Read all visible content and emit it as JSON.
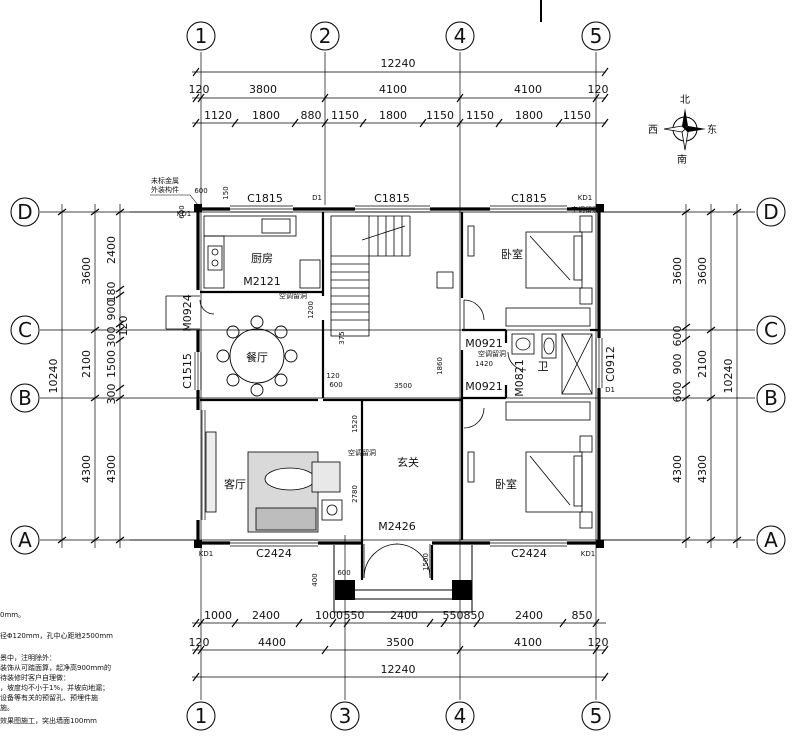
{
  "grid": {
    "top": [
      "1",
      "2",
      "4",
      "5"
    ],
    "bottom": [
      "1",
      "3",
      "4",
      "5"
    ],
    "left": [
      "D",
      "C",
      "B",
      "A"
    ],
    "right": [
      "D",
      "C",
      "B",
      "A"
    ]
  },
  "dims": {
    "top_total": "12240",
    "top_mid": [
      "120",
      "3800",
      "4100",
      "4100",
      "120"
    ],
    "top_inner": [
      "1120",
      "1800",
      "880",
      "1150",
      "1800",
      "1150",
      "1150",
      "1800",
      "1150"
    ],
    "bottom_inner": [
      "1000",
      "2400",
      "1000",
      "550",
      "2400",
      "550",
      "850",
      "2400",
      "850"
    ],
    "bottom_mid": [
      "120",
      "4400",
      "3500",
      "4100",
      "120"
    ],
    "bottom_total": "12240",
    "left_total": "10240",
    "left_outer": [
      "3600",
      "2100",
      "4300"
    ],
    "left_inner": [
      "2400",
      "180",
      "900",
      "120",
      "300",
      "1500",
      "300",
      "4300"
    ],
    "right_outer": [
      "3600",
      "2100",
      "4300"
    ],
    "right_inner": [
      "3600",
      "600",
      "900",
      "600",
      "4300"
    ],
    "right_total": "10240"
  },
  "compass": {
    "north": "北",
    "south": "南",
    "east": "东",
    "west": "西"
  },
  "rooms": {
    "kitchen": "厨房",
    "dining": "餐厅",
    "living": "客厅",
    "entry": "玄关",
    "bedroom_top": "卧室",
    "bedroom_bottom": "卧室",
    "bath": "卫"
  },
  "windows": {
    "c1815_a": "C1815",
    "c1815_b": "C1815",
    "c1815_c": "C1815",
    "c1515": "C1515",
    "c0912": "C0912",
    "c2424_a": "C2424",
    "c2424_b": "C2424"
  },
  "doors": {
    "m2121": "M2121",
    "m0924": "M0924",
    "m0921_a": "M0921",
    "m0921_b": "M0921",
    "m0821": "M0821",
    "m2426": "M2426"
  },
  "misc": {
    "kd1": "KD1",
    "d1_a": "D1",
    "d1_b": "D1",
    "kd1_b": "KD1",
    "kd1_c": "KD1",
    "kd1_d": "KD1",
    "label_600_a": "600",
    "label_150": "150",
    "label_600_b": "600",
    "label_1200": "1200",
    "label_375": "375",
    "label_1860": "1860",
    "label_1420": "1420",
    "label_3500": "3500",
    "label_120": "120",
    "label_600_c": "600",
    "label_1520": "1520",
    "label_2780": "2780",
    "label_1500": "1500",
    "label_400": "400",
    "label_600_d": "600",
    "ac_note": "空调留洞",
    "ac_note_b": "空调留洞",
    "ac_note_c": "空调留洞",
    "ac_note_d": "空调留洞"
  },
  "annot": [
    "未标金属",
    "外装构件"
  ],
  "notes": [
    "0mm。",
    "径Φ120mm，孔中心距地2500mm",
    "景中，注明除外：",
    "装饰从可踏面算，起净高900mm的",
    "待装修时客户自理做：",
    "，坡度均不小于1%，并坡向地漏；",
    "设备等有关的预留孔、预埋件施",
    "施。",
    "效果图施工，突出墙面100mm"
  ]
}
